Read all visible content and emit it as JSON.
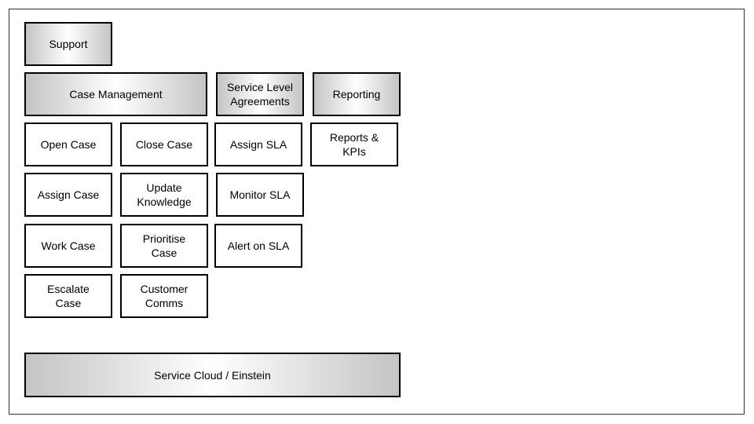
{
  "diagram": {
    "top": {
      "label": "Support"
    },
    "categories": [
      {
        "label": "Case Management",
        "items": [
          "Open Case",
          "Close Case",
          "Assign Case",
          "Update\nKnowledge",
          "Work Case",
          "Prioritise\nCase",
          "Escalate\nCase",
          "Customer\nComms"
        ]
      },
      {
        "label": "Service Level\nAgreements",
        "items": [
          "Assign SLA",
          "Monitor SLA",
          "Alert on SLA"
        ]
      },
      {
        "label": "Reporting",
        "items": [
          "Reports &\nKPIs"
        ]
      }
    ],
    "platform": {
      "label": "Service Cloud / Einstein"
    }
  }
}
